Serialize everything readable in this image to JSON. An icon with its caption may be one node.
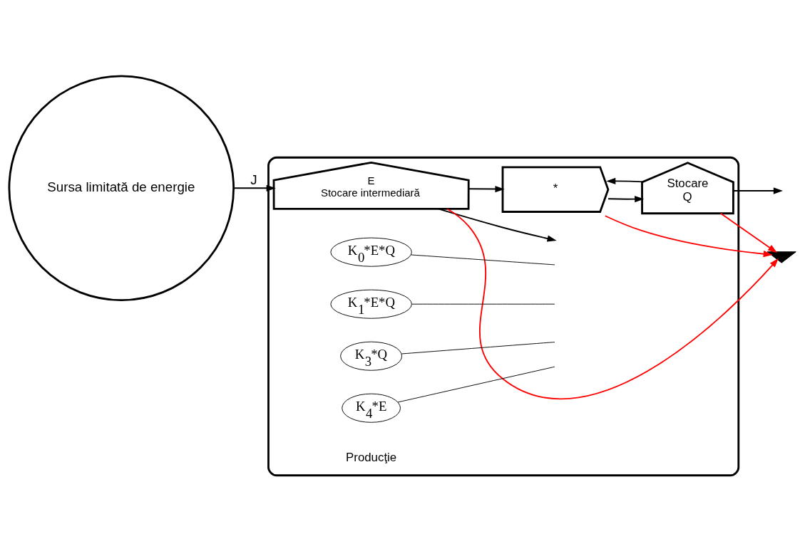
{
  "diagram": {
    "nodes": [
      {
        "text": [],
        "shape": "box"
      },
      {
        "text": [
          "Sursa limitată de energie"
        ]
      },
      {
        "text": [
          "E",
          "Stocare intermediară"
        ],
        "in": 0
      },
      {
        "text": [
          "K$_{0}$*E*Q"
        ],
        "in": 0
      },
      {
        "text": [
          "K$_{1}$*E*Q"
        ],
        "in": 0
      },
      {
        "text": [
          "K$_{3}$*Q"
        ],
        "in": 0
      },
      {
        "text": [
          "*"
        ],
        "in": 0
      },
      {
        "text": [
          "Stocare",
          "Q"
        ],
        "in": 0
      },
      {
        "text": [
          "K$_{4}$*E"
        ],
        "in": 0
      },
      {
        "text": [],
        "shape": "ground"
      }
    ],
    "edges": [
      {
        "from": 1,
        "to": 2,
        "arrow": "to",
        "label": "J"
      },
      {
        "from": 2,
        "to": 6,
        "arrow": "to"
      },
      {
        "from": 2,
        "to": null,
        "arrow": "to"
      },
      {
        "from": 7,
        "to": 6,
        "arrow": "to"
      },
      {
        "from": 6,
        "to": 7,
        "arrow": "to"
      },
      {
        "from": 7,
        "to": null,
        "arrow": "to"
      },
      {
        "from": 2,
        "to": 9,
        "arrow": "to",
        "color": "#ff0000"
      },
      {
        "from": 6,
        "to": 9,
        "arrow": "to",
        "color": "#ff0000"
      },
      {
        "from": 7,
        "to": 9,
        "arrow": "to",
        "color": "#ff0000"
      },
      {
        "from": 3,
        "to": null,
        "arrow": "none"
      },
      {
        "from": 4,
        "to": null,
        "arrow": "none"
      },
      {
        "from": 5,
        "to": null,
        "arrow": "none"
      },
      {
        "from": 8,
        "to": null,
        "arrow": "none"
      }
    ],
    "labels": [
      "Producţie"
    ]
  }
}
